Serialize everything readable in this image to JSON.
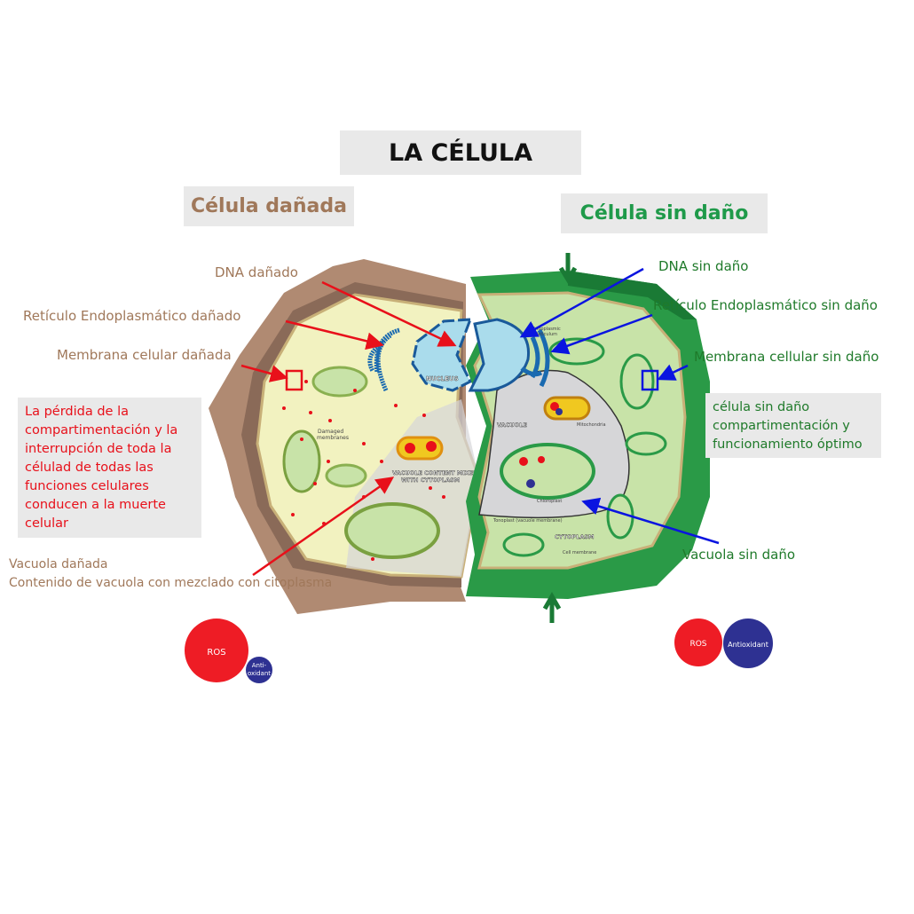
{
  "title": "LA CÉLULA",
  "damaged": {
    "heading": "Célula dañada",
    "labels": {
      "dna": "DNA dañado",
      "er": "Retículo Endoplasmático dañado",
      "membrane": "Membrana celular dañada",
      "vacuole_1": "Vacuola dañada",
      "vacuole_2": "Contenido de vacuola con mezclado con citoplasma"
    },
    "box_lines": [
      "La pérdida de la",
      "compartimentación y la",
      "interrupción de toda la",
      "célulad de todas las",
      "funciones celulares",
      "conducen a la muerte",
      "celular"
    ],
    "diagram_text": {
      "nucleus": "NUCLEUS",
      "damaged_membranes_1": "Damaged",
      "damaged_membranes_2": "membranes",
      "vacuole_mixed_1": "VACUOLE CONTENT MIXED",
      "vacuole_mixed_2": "WITH CYTOPLASM"
    },
    "ros": "ROS",
    "antioxidant_1": "Anti-",
    "antioxidant_2": "oxidant"
  },
  "healthy": {
    "heading": "Célula sin daño",
    "labels": {
      "dna": "DNA sin daño",
      "er": "Retículo Endoplasmático sin daño",
      "membrane": "Membrana cellular sin daño",
      "vacuole": "Vacuola sin daño"
    },
    "box_lines": [
      "célula sin daño",
      "compartimentación y",
      "funcionamiento óptimo"
    ],
    "diagram_text": {
      "er_1": "Endoplasmic",
      "er_2": "Reticulum",
      "vacuole": "VACUOLE",
      "mitochondria": "Mitochondria",
      "chloroplast": "Chloroplast",
      "tonoplast": "Tonoplast (vacuole membrane)",
      "cytoplasm": "CYTOPLASM",
      "cell_membrane": "Cell membrane"
    },
    "ros": "ROS",
    "antioxidant": "Antioxidant"
  },
  "colors": {
    "red": "#e8101a",
    "blue": "#0a14e0",
    "navy": "#2e3192",
    "brown_wall": "#b08a72",
    "green_wall": "#2a9a47",
    "cytoplasm_damaged": "#f2f2c0",
    "cytoplasm_healthy": "#c8e3a8",
    "vacuole": "#d6d6d8"
  }
}
